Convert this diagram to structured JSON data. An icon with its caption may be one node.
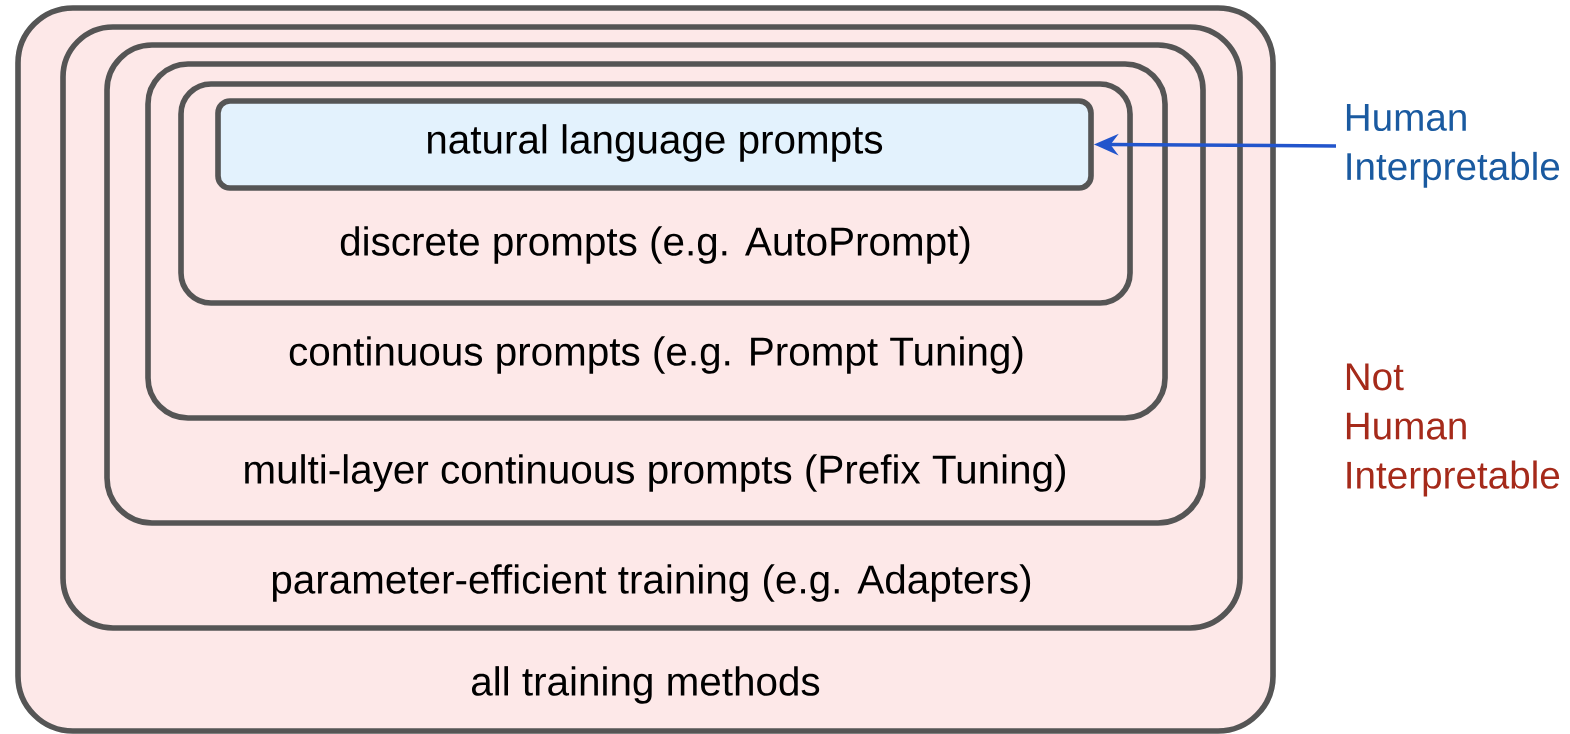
{
  "diagram": {
    "nodes": [
      {
        "text": [
          "all training methods"
        ]
      },
      {
        "text": [
          "parameter-efficient training (e.g. Adapters)"
        ],
        "in": 0
      },
      {
        "text": [
          "multi-layer continuous prompts (Prefix Tuning)"
        ],
        "in": 1
      },
      {
        "text": [
          "continuous prompts (e.g. Prompt Tuning)"
        ],
        "in": 2
      },
      {
        "text": [
          "discrete prompts (e.g. AutoPrompt)"
        ],
        "in": 3
      },
      {
        "text": [
          "natural language prompts"
        ],
        "in": 4
      },
      {
        "text": [
          "Human Interpretable"
        ]
      }
    ],
    "edges": [
      {
        "from": 6,
        "to": 5,
        "arrow": "to",
        "color": "#2255cc"
      }
    ],
    "labels": [
      "Not Human Interpretable"
    ]
  }
}
